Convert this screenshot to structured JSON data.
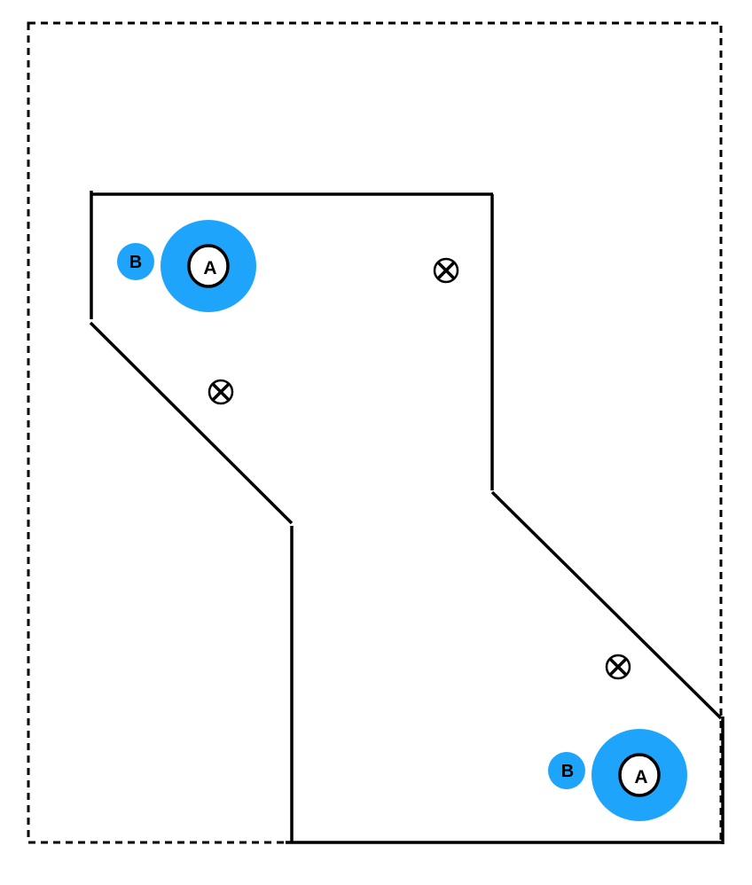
{
  "colors": {
    "accent": "#1ea5fb",
    "line": "#000000",
    "background": "#ffffff"
  },
  "markers": [
    {
      "group": "top-left",
      "outer_label": "B",
      "inner_label": "A"
    },
    {
      "group": "bottom-right",
      "outer_label": "B",
      "inner_label": "A"
    }
  ],
  "icons": [
    "cross-circle-icon",
    "cross-circle-icon",
    "cross-circle-icon"
  ]
}
